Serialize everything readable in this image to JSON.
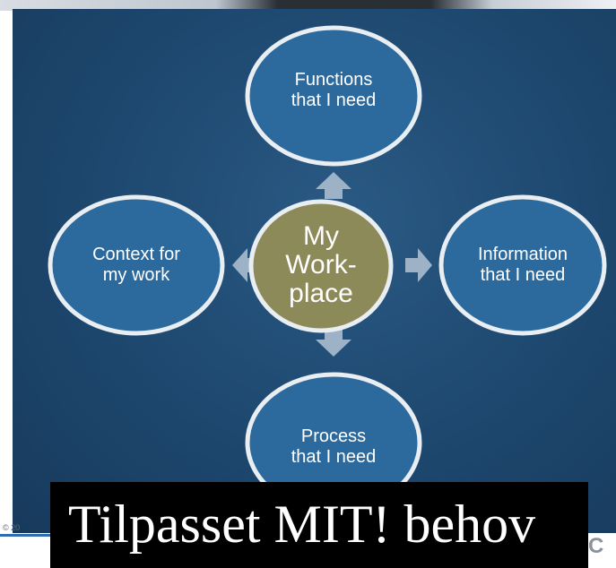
{
  "diagram": {
    "center": {
      "lines": [
        "My",
        "Work-",
        "place"
      ]
    },
    "nodes": [
      {
        "id": "top",
        "lines": [
          "Functions",
          "that I need"
        ]
      },
      {
        "id": "left",
        "lines": [
          "Context for",
          "my work"
        ]
      },
      {
        "id": "right",
        "lines": [
          "Information",
          "that I need"
        ]
      },
      {
        "id": "bottom",
        "lines": [
          "Process",
          "that I need"
        ]
      }
    ]
  },
  "caption": "Tilpasset MIT! behov",
  "footer": {
    "copyright": "© 20",
    "logo_fragment": "C"
  },
  "colors": {
    "slide_background": "#1f4a72",
    "node_fill": "#2c6a9e",
    "node_stroke": "#e9eef3",
    "center_fill": "#8d8a5a",
    "arrow_fill": "#9db2c6",
    "caption_background": "#000000",
    "caption_text": "#ffffff"
  }
}
